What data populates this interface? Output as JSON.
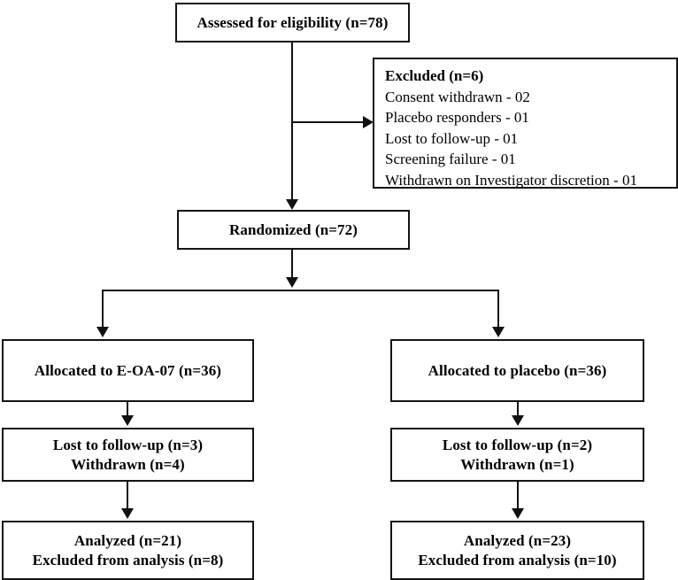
{
  "diagram": {
    "type": "consort-flow-diagram",
    "title": "",
    "line_color": "#111111",
    "box_border_color": "#141414",
    "background": "#ffffff"
  },
  "nodes": {
    "assessed": {
      "label": "Assessed for eligibility (n=78)",
      "n": 78
    },
    "excluded": {
      "heading": "Excluded (n=6)",
      "n": 6,
      "reasons": [
        "Consent withdrawn - 02",
        "Placebo responders - 01",
        "Lost to follow-up - 01",
        "Screening failure - 01",
        "Withdrawn on Investigator discretion - 01"
      ]
    },
    "randomized": {
      "label": "Randomized (n=72)",
      "n": 72
    },
    "allocated_treatment": {
      "label": "Allocated to E-OA-07 (n=36)",
      "n": 36
    },
    "allocated_placebo": {
      "label": "Allocated to placebo (n=36)",
      "n": 36
    },
    "followup_treatment": {
      "line1": "Lost to follow-up (n=3)",
      "line2": "Withdrawn (n=4)",
      "lost": 3,
      "withdrawn": 4
    },
    "followup_placebo": {
      "line1": "Lost to follow-up (n=2)",
      "line2": "Withdrawn (n=1)",
      "lost": 2,
      "withdrawn": 1
    },
    "analyzed_treatment": {
      "line1": "Analyzed (n=21)",
      "line2": "Excluded from analysis (n=8)",
      "analyzed": 21,
      "excluded_from_analysis": 8
    },
    "analyzed_placebo": {
      "line1": "Analyzed (n=23)",
      "line2": "Excluded from analysis (n=10)",
      "analyzed": 23,
      "excluded_from_analysis": 10
    }
  }
}
